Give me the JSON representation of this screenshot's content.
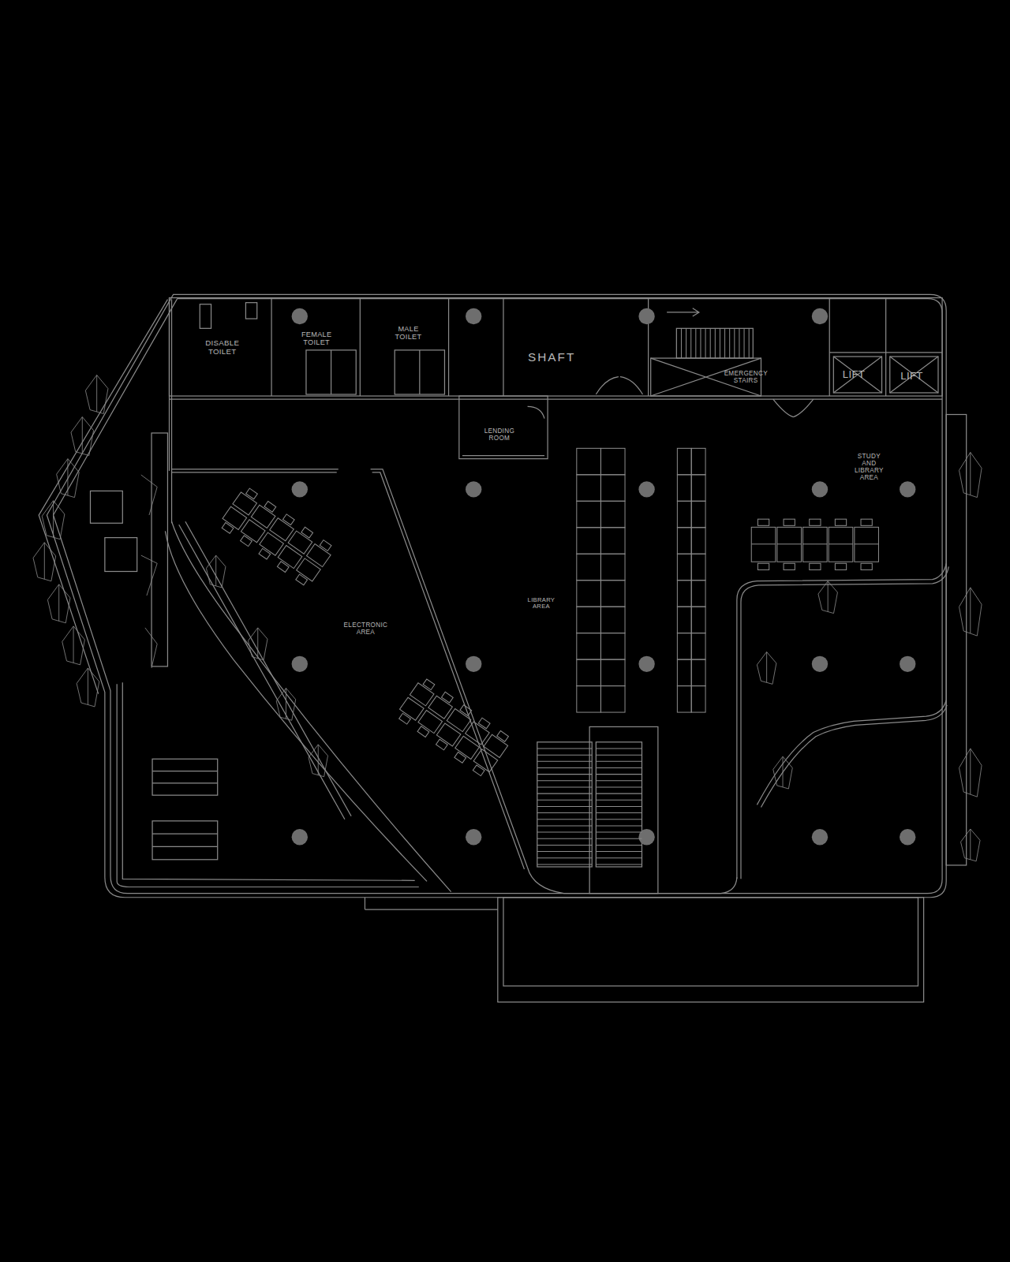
{
  "diagram": {
    "nodes": [
      {
        "text": [
          "DISABLE TOILET"
        ]
      },
      {
        "text": [
          "FEMALE TOILET"
        ]
      },
      {
        "text": [
          "MALE TOILET"
        ]
      },
      {
        "text": [
          "SHAFT"
        ]
      },
      {
        "text": [
          "EMERGENCY STAIRS"
        ]
      },
      {
        "text": [
          "LIFT"
        ]
      },
      {
        "text": [
          "LIFT"
        ]
      },
      {
        "text": [
          "LENDING ROOM"
        ]
      },
      {
        "text": [
          "ELECTRONIC AREA"
        ]
      }
    ],
    "labels": [
      "STUDY AND LIBRARY AREA",
      "LIBRARY AREA"
    ]
  }
}
